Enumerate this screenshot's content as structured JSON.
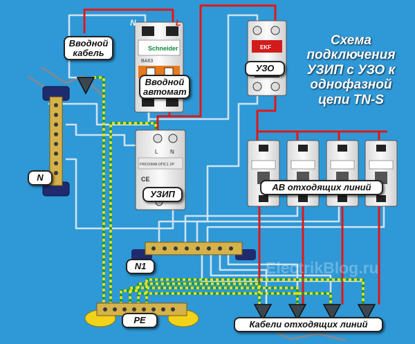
{
  "title": [
    "Схема",
    "подключения",
    "УЗИП с УЗО к",
    "однофазной",
    "цепи TN-S"
  ],
  "labels": {
    "input_cable": [
      "Вводной",
      "кабель"
    ],
    "input_breaker": [
      "Вводной",
      "автомат"
    ],
    "rcd": "УЗО",
    "spd": "УЗИП",
    "n_bus": "N",
    "n1_bus": "N1",
    "pe_bus": "PE",
    "outgoing_breakers": "АВ отходящих линий",
    "outgoing_cables": "Кабели отходящих линий"
  },
  "wire_letters": {
    "neutral": "N",
    "line": "L"
  },
  "device_text": {
    "breaker_brand": "Schneider",
    "breaker_model": "BA63",
    "rcd_brand": "EKF",
    "spd_terminals": [
      "L",
      "N"
    ],
    "spd_model": "PROXIMA OПC1 2P",
    "spd_mark": "CE"
  },
  "watermark": "ElectrikBlog.ru",
  "colors": {
    "background": "#2f98d6",
    "phase_wire": "#e01818",
    "neutral_wire": "#cfe3f2",
    "pe_wire_yellow": "#f2e21a",
    "pe_wire_green": "#1f9a36",
    "bus_bar": "#1f2b6e",
    "brass": "#d6b24a",
    "device_body": "#f1f1f1"
  }
}
